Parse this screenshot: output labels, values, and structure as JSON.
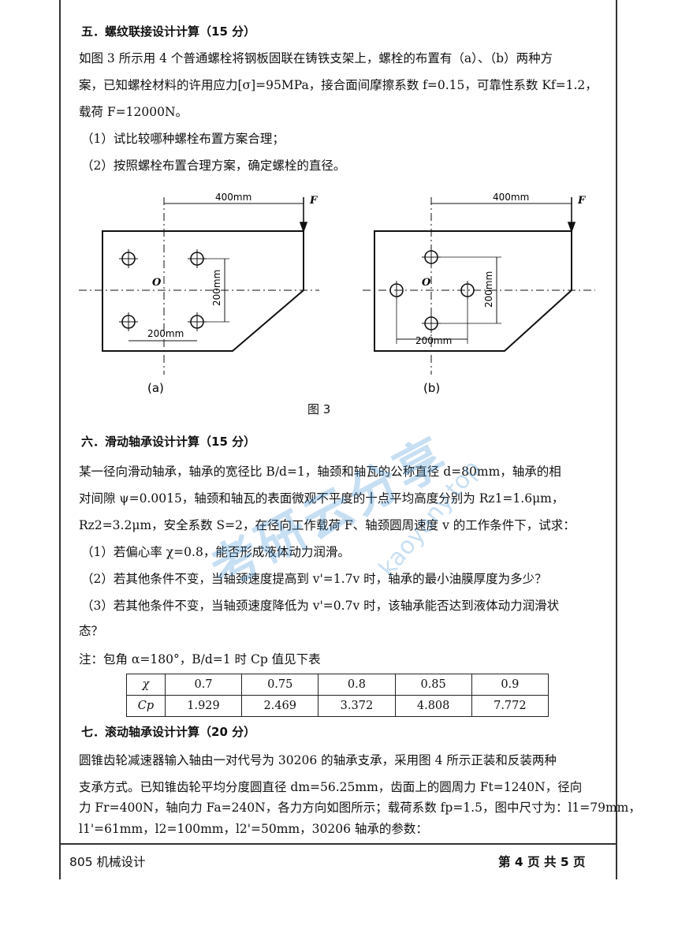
{
  "sec5": {
    "title": "五．螺纹联接设计计算（15 分）",
    "p1": "如图 3 所示用 4 个普通螺栓将钢板固联在铸铁支架上，螺栓的布置有（a）、（b）两种方",
    "p2": "案，已知螺栓材料的许用应力[σ]=95MPa，接合面间摩擦系数 f=0.15，可靠性系数 Kf=1.2，",
    "p3": "载荷 F=12000N。",
    "q1": "（1）试比较哪种螺栓布置方案合理；",
    "q2": "（2）按照螺栓布置合理方案，确定螺栓的直径。"
  },
  "figure": {
    "a": {
      "dim_top": "400mm",
      "force": "F",
      "origin": "O",
      "dim_v": "200mm",
      "dim_h": "200mm",
      "label": "(a)"
    },
    "b": {
      "dim_top": "400mm",
      "force": "F",
      "origin": "O",
      "dim_v": "200mm",
      "dim_h": "200mm",
      "label": "(b)"
    },
    "caption": "图 3"
  },
  "sec6": {
    "title": "六．滑动轴承设计计算（15 分）",
    "p1": "某一径向滑动轴承，轴承的宽径比 B/d=1，轴颈和轴瓦的公称直径 d=80mm，轴承的相",
    "p2": "对间隙 ψ=0.0015，轴颈和轴瓦的表面微观不平度的十点平均高度分别为 Rz1=1.6μm，",
    "p3": "Rz2=3.2μm，安全系数 S=2，在径向工作载荷 F、轴颈圆周速度 v 的工作条件下，试求：",
    "q1": "（1）若偏心率 χ=0.8，能否形成液体动力润滑。",
    "q2": "（2）若其他条件不变，当轴颈速度提高到 v'=1.7v 时，轴承的最小油膜厚度为多少？",
    "q3a": "（3）若其他条件不变，当轴颈速度降低为 v'=0.7v 时，该轴承能否达到液体动力润滑状",
    "q3b": "态？",
    "note": "注：包角 α=180°，B/d=1 时 Cp 值见下表"
  },
  "table": {
    "row1": [
      "χ",
      "0.7",
      "0.75",
      "0.8",
      "0.85",
      "0.9"
    ],
    "row2": [
      "Cp",
      "1.929",
      "2.469",
      "3.372",
      "4.808",
      "7.772"
    ]
  },
  "sec7": {
    "title": "七．滚动轴承设计计算（20 分）",
    "p1": "圆锥齿轮减速器输入轴由一对代号为 30206 的轴承支承，采用图 4 所示正装和反装两种",
    "p2": "支承方式。已知锥齿轮平均分度圆直径 dm=56.25mm，齿面上的圆周力 Ft=1240N，径向",
    "p3": "力 Fr=400N，轴向力 Fa=240N，各力方向如图所示；载荷系数 fp=1.5，图中尺寸为：l1=79mm，",
    "p4": "l1'=61mm，l2=100mm，l2'=50mm，30206 轴承的参数："
  },
  "footer": {
    "left": "805 机械设计",
    "right": "第 4 页 共 5 页"
  },
  "watermark": {
    "cn": "考研云分享",
    "en": "kaoyany.top"
  }
}
